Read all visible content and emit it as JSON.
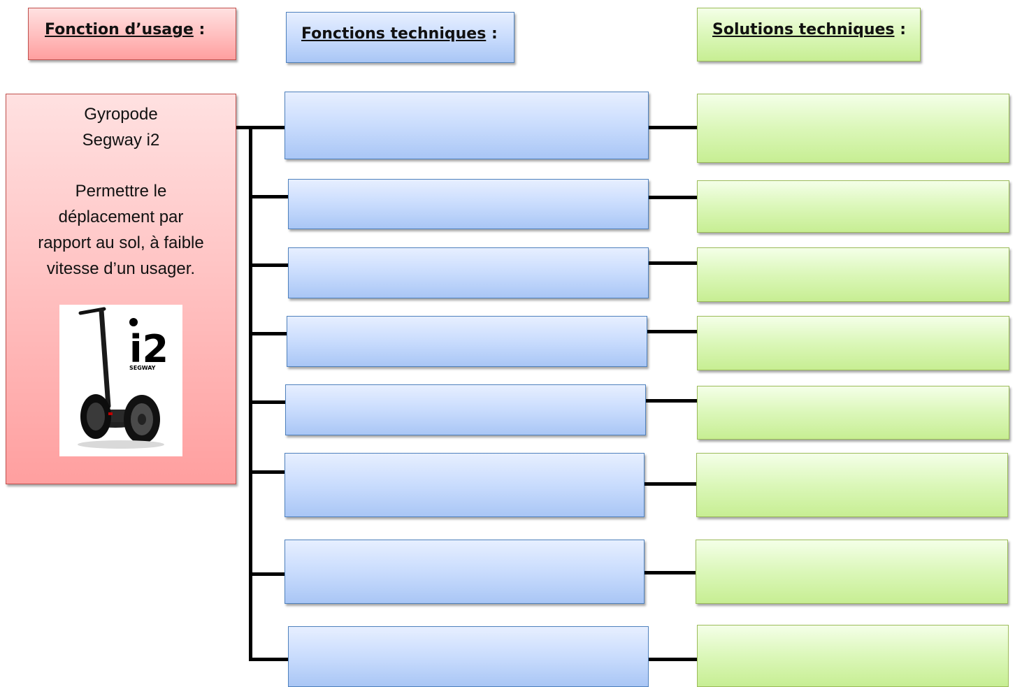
{
  "headers": {
    "usage": {
      "label": "Fonction d’usage",
      "suffix": " :"
    },
    "tech_functions": {
      "label": "Fonctions techniques",
      "suffix": " :"
    },
    "tech_solutions": {
      "label": "Solutions techniques",
      "suffix": " :"
    }
  },
  "usage_box": {
    "product_line1": "Gyropode",
    "product_line2": "Segway i2",
    "desc_line1": "Permettre le",
    "desc_line2": "déplacement par",
    "desc_line3": "rapport au sol, à faible",
    "desc_line4": "vitesse d’un usager.",
    "logo_main": "i2",
    "logo_sub": "SEGWAY"
  },
  "colors": {
    "usage": "#ffc4c4",
    "functions": "#c9dcfd",
    "solutions": "#dbf7b9",
    "connector": "#000000"
  },
  "function_rows": 8
}
